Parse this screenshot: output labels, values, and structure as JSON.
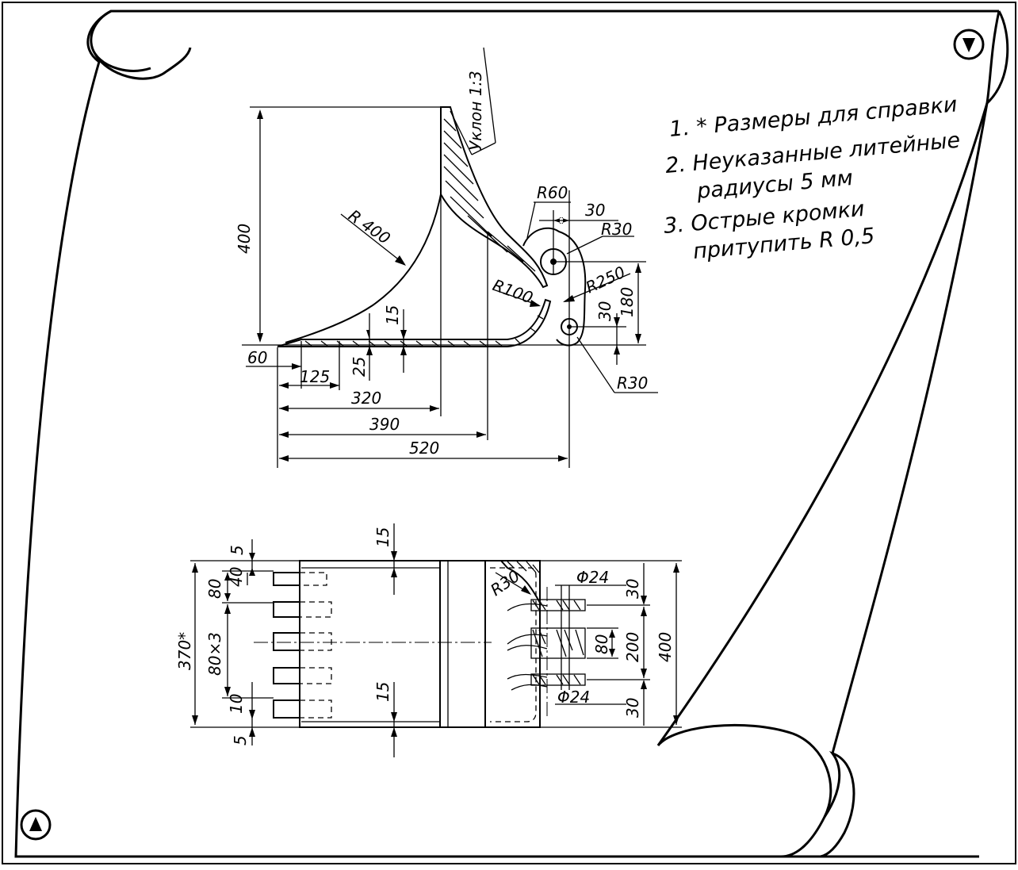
{
  "notes": [
    "1. * Размеры для справки",
    "2. Неуказанные литейные",
    "радиусы 5 мм",
    "3. Острые кромки",
    "притупить R 0,5"
  ],
  "side_view": {
    "slope": "Уклон 1:3",
    "r400": "R 400",
    "r60": "R60",
    "dim30_top": "30",
    "r30_top": "R30",
    "r250": "R250",
    "r100": "R100",
    "dim400": "400",
    "dim15": "15",
    "dim30_right": "30",
    "dim180": "180",
    "dim60": "60",
    "dim25": "25",
    "dim125": "125",
    "r30_bottom": "R30",
    "dim320": "320",
    "dim390": "390",
    "dim520": "520"
  },
  "plan_view": {
    "dim5_top": "5",
    "dim15_top": "15",
    "dim80": "80",
    "dim40": "40",
    "dim370": "370*",
    "dim80x3": "80×3",
    "dim10": "10",
    "dim5_bottom": "5",
    "dim15_bottom": "15",
    "r30": "R30",
    "phi24_top": "Φ24",
    "phi24_bottom": "Φ24",
    "dim30_top": "30",
    "dim80_right": "80",
    "dim200": "200",
    "dim30_bottom": "30",
    "dim400": "400"
  }
}
